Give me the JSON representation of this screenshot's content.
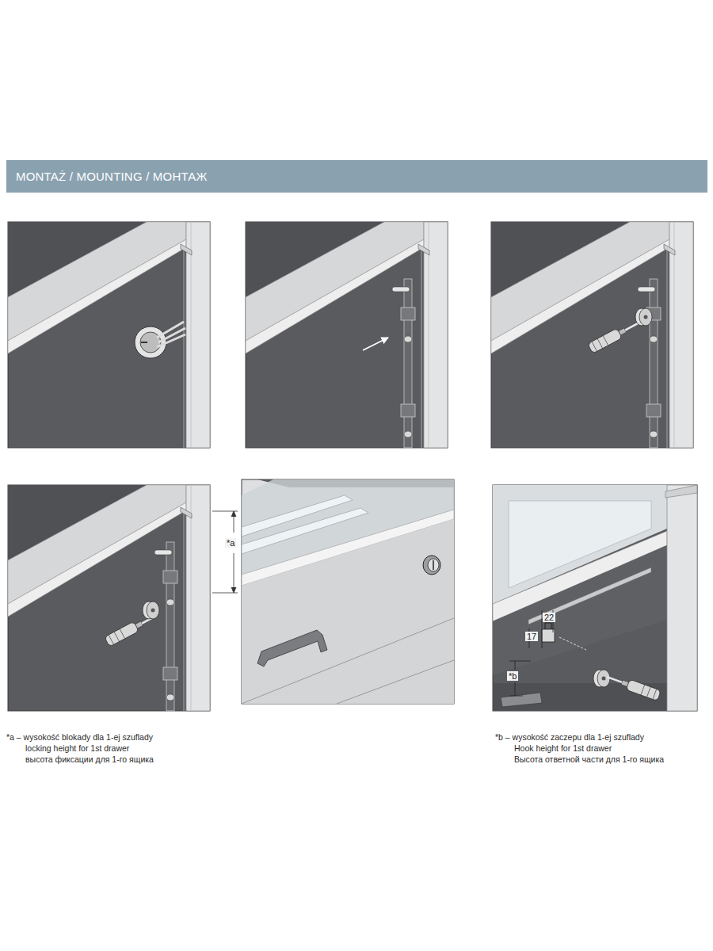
{
  "diagram": {
    "title": "MONTAŻ / MOUNTING / МОНТАЖ",
    "labels": [
      "*a – wysokość blokady dla 1-ej szuflady",
      "locking height for 1st drawer",
      "высота фиксации для 1-го ящика",
      "*b – wysokość zaczepu dla 1-ej szuflady",
      "Hook height for 1st drawer",
      "Высота ответной части для 1-го ящика",
      "*a",
      "17",
      "22",
      "*b"
    ]
  }
}
